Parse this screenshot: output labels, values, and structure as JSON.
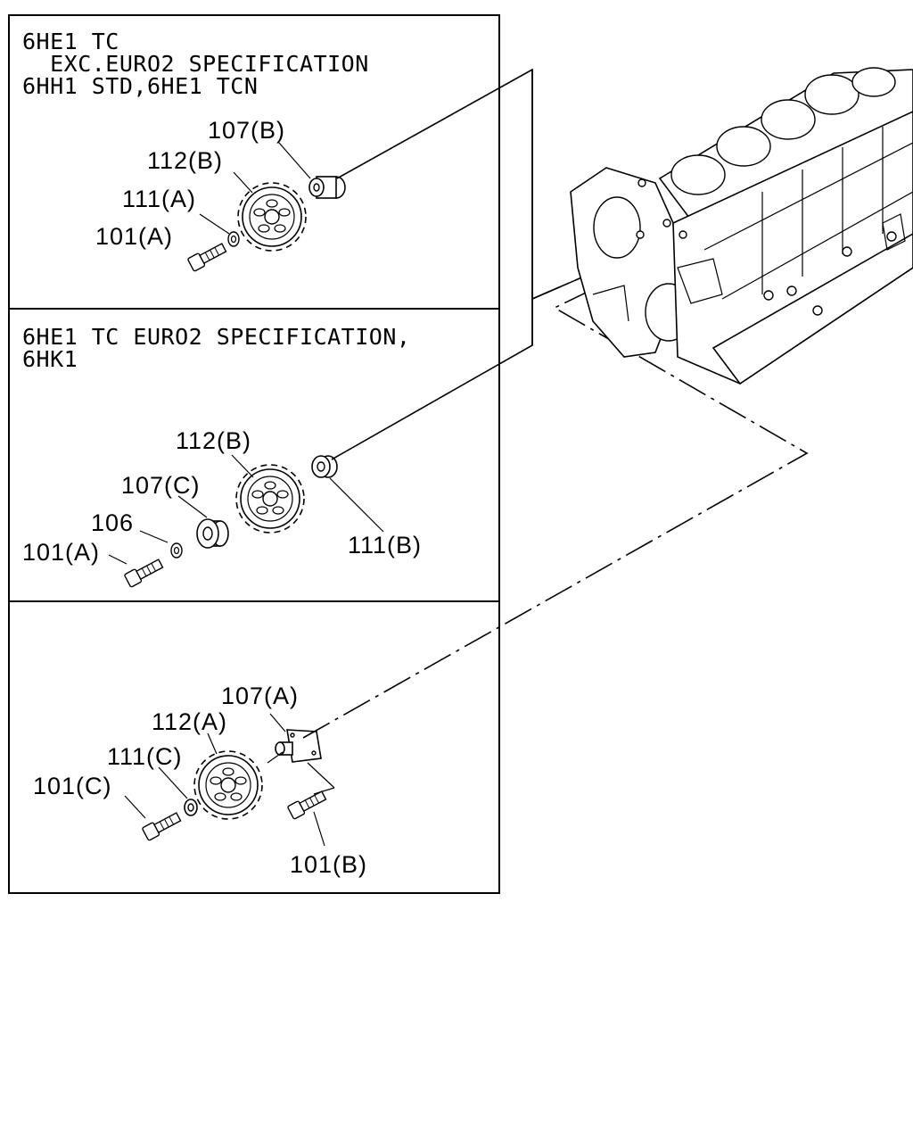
{
  "panels": [
    {
      "header_lines": [
        "6HE1 TC",
        "  EXC.EURO2 SPECIFICATION",
        "6HH1 STD,6HE1 TCN"
      ],
      "labels": [
        "107(B)",
        "112(B)",
        "111(A)",
        "101(A)"
      ]
    },
    {
      "header_lines": [
        "6HE1 TC EURO2 SPECIFICATION,",
        "6HK1"
      ],
      "labels": [
        "112(B)",
        "107(C)",
        "106",
        "101(A)",
        "111(B)"
      ]
    },
    {
      "header_lines": [],
      "labels": [
        "107(A)",
        "112(A)",
        "111(C)",
        "101(C)",
        "101(B)"
      ]
    }
  ],
  "icons": [
    "cylinder-block-illustration",
    "idler-gear-icon",
    "bolt-icon",
    "washer-icon",
    "shaft-icon"
  ]
}
